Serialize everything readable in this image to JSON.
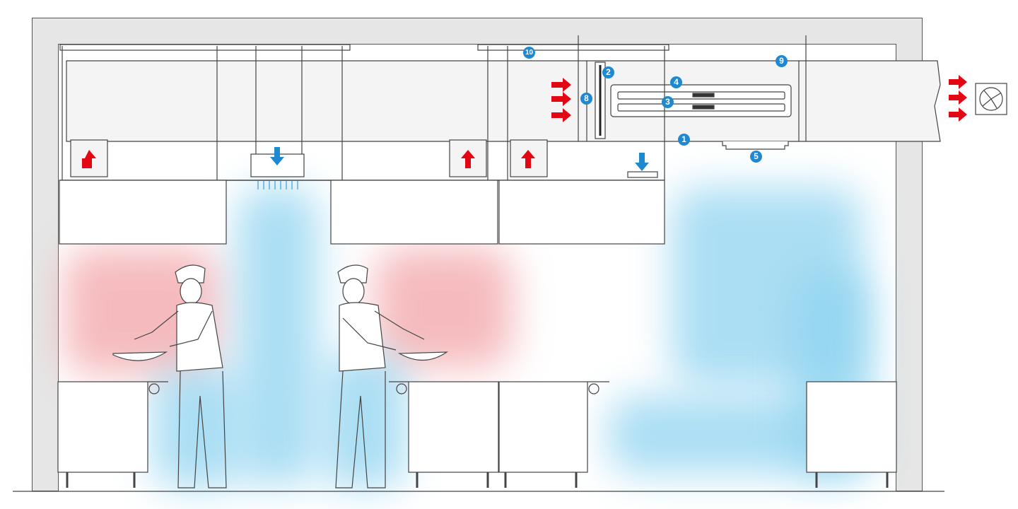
{
  "title": "Kitchen ventilation system section",
  "colors": {
    "exhaust_arrow": "#e30613",
    "supply_arrow": "#1e88d0",
    "hot_zone": "#f2a4a8",
    "cold_zone": "#8fd3f0",
    "badge": "#1e88d0"
  },
  "labels": [
    {
      "id": "1",
      "name": "duct-bottom"
    },
    {
      "id": "2",
      "name": "damper"
    },
    {
      "id": "3",
      "name": "filter-cartridges"
    },
    {
      "id": "4",
      "name": "filter-housing"
    },
    {
      "id": "5",
      "name": "supply-diffuser"
    },
    {
      "id": "8",
      "name": "duct-joint"
    },
    {
      "id": "9",
      "name": "exhaust-duct"
    },
    {
      "id": "10",
      "name": "suspension-rail"
    }
  ],
  "icons": [
    "exhaust-fan-icon",
    "chef-figure",
    "red-exhaust-arrow",
    "blue-supply-arrow"
  ]
}
